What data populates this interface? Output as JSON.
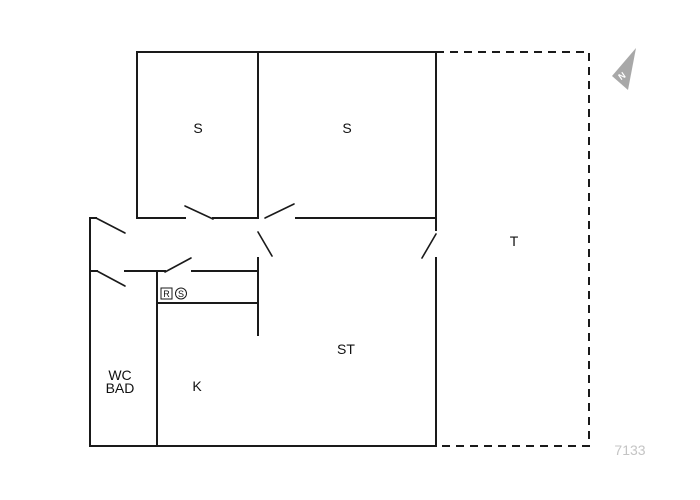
{
  "rooms": {
    "bedroom_left": "S",
    "bedroom_right": "S",
    "terrace": "T",
    "living": "ST",
    "kitchen": "K",
    "bath_line1": "WC",
    "bath_line2": "BAD"
  },
  "appliances": {
    "fridge": "R",
    "stove": "S"
  },
  "compass": {
    "label": "N"
  },
  "plan_number": "7133",
  "colors": {
    "line": "#1a1a1a",
    "compass": "#a8a8a8",
    "plan_number": "#c4c4c4"
  }
}
